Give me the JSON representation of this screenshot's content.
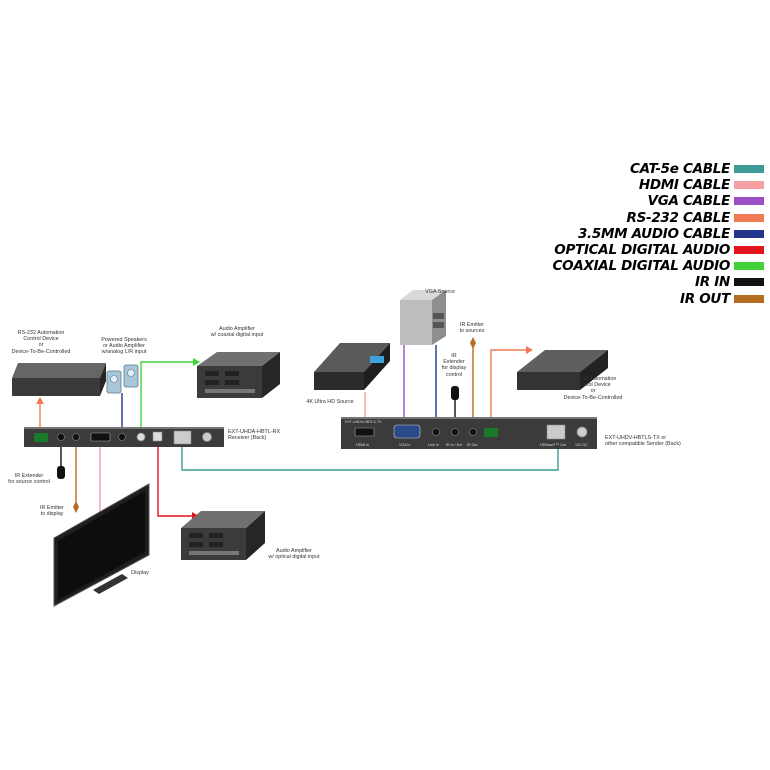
{
  "legend": [
    {
      "label": "CAT-5e CABLE",
      "color": "#3d9a96"
    },
    {
      "label": "HDMI CABLE",
      "color": "#f4a0a4"
    },
    {
      "label": "VGA CABLE",
      "color": "#9b4fc4"
    },
    {
      "label": "RS-232 CABLE",
      "color": "#f27a52"
    },
    {
      "label": "3.5MM AUDIO CABLE",
      "color": "#23368c"
    },
    {
      "label": "OPTICAL DIGITAL AUDIO",
      "color": "#e3141c"
    },
    {
      "label": "COAXIAL DIGITAL AUDIO",
      "color": "#3fd23a"
    },
    {
      "label": "IR IN",
      "color": "#111111"
    },
    {
      "label": "IR OUT",
      "color": "#b56d22"
    }
  ],
  "labels": {
    "rs232_left": "RS-232 Automation\nControl Device\nor\nDevice-To-Be-Controlled",
    "speakers": "Powered Speakers\nor Audio Amplifier\nw/analog L/R input",
    "amp_coax": "Audio Amplifier\nw/ coaxial digital input",
    "vga_source": "VGA Source",
    "ir_emitter_sources": "IR Emitter\nto sources",
    "ir_extender_display": "IR\nExtender\nfor display\ncontrol",
    "uhd_source": "4K Ultra HD Source",
    "rs232_right": "RS-232 Automation\nControl Device\nor\nDevice-To-Be-Controlled",
    "receiver": "EXT-UHDA-HBTL-RX\nReceiver (Back)",
    "sender": "EXT-UHDV-HBTLS-TX or\nother compatible Sender (Back)",
    "ir_extender_source": "IR Extender\nfor source control",
    "ir_emitter_display": "IR Emitter\nto display",
    "amp_optical": "Audio Amplifier\nw/ optical digital input",
    "display": "Display"
  },
  "ports": {
    "sender_model": "EXT-UHDV-HBTLS-TX",
    "hdmi_in": "HDMI In",
    "vga_in": "VGA In",
    "line_in": "Line In",
    "ir_in_ext": "IR In / Ext",
    "ir_out": "IR Out",
    "hdbaset_out": "HDBaseT™ Out",
    "dc": "12V DC"
  }
}
